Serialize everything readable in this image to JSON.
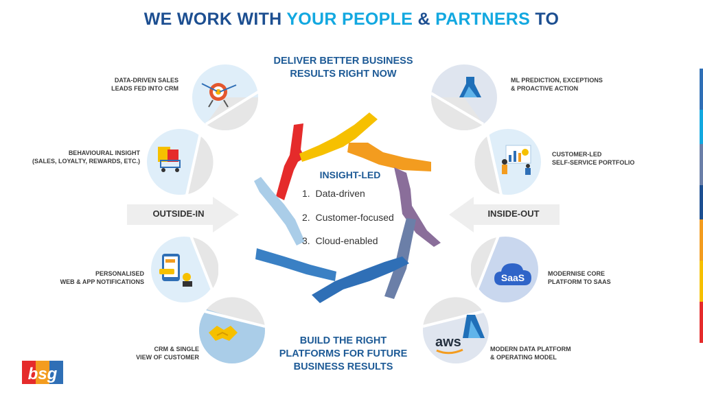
{
  "title": {
    "part1": "WE WORK WITH ",
    "part2": "YOUR PEOPLE",
    "part3": " & ",
    "part4": "PARTNERS",
    "part5": " TO"
  },
  "top_heading": [
    "DELIVER BETTER BUSINESS",
    "RESULTS RIGHT NOW"
  ],
  "bottom_heading": [
    "BUILD THE RIGHT",
    "PLATFORMS FOR FUTURE",
    "BUSINESS RESULTS"
  ],
  "center": {
    "title": "INSIGHT-LED",
    "items": [
      {
        "num": "1.",
        "text": "Data-driven"
      },
      {
        "num": "2.",
        "text": "Customer-focused"
      },
      {
        "num": "3.",
        "text": "Cloud-enabled"
      }
    ]
  },
  "arrows": {
    "left": "OUTSIDE-IN",
    "right": "INSIDE-OUT"
  },
  "left_items": [
    {
      "lines": [
        "DATA-DRIVEN SALES",
        "LEADS FED INTO CRM"
      ],
      "icon": "target-icon"
    },
    {
      "lines": [
        "BEHAVIOURAL INSIGHT",
        "(SALES, LOYALTY, REWARDS, ETC.)"
      ],
      "icon": "shopping-icon"
    },
    {
      "lines": [
        "PERSONALISED",
        "WEB & APP NOTIFICATIONS"
      ],
      "icon": "notification-icon"
    },
    {
      "lines": [
        "CRM & SINGLE",
        "VIEW OF CUSTOMER"
      ],
      "icon": "handshake-icon"
    }
  ],
  "right_items": [
    {
      "lines": [
        "ML PREDICTION, EXCEPTIONS",
        "& PROACTIVE ACTION"
      ],
      "icon": "ml-flask-icon"
    },
    {
      "lines": [
        "CUSTOMER-LED",
        "SELF-SERVICE PORTFOLIO"
      ],
      "icon": "dashboard-icon"
    },
    {
      "lines": [
        "MODERNISE CORE",
        "PLATFORM TO SAAS"
      ],
      "icon": "saas-cloud-icon",
      "icon_text": "SaaS"
    },
    {
      "lines": [
        "MODERN DATA PLATFORM",
        "& OPERATING MODEL"
      ],
      "icon": "aws-azure-icon",
      "icon_text": "aws"
    }
  ],
  "logo": {
    "text": "bsg"
  },
  "colors": {
    "title_blue": "#1d4f91",
    "title_highlight": "#13a8e0",
    "hand_red": "#e52b2b",
    "hand_yellow": "#f6c000",
    "hand_orange": "#f39c1f",
    "hand_purple": "#8a6e9a",
    "hand_slate": "#6b7fa8",
    "hand_blue": "#2f6fb6",
    "hand_lightblue": "#aacde8"
  }
}
